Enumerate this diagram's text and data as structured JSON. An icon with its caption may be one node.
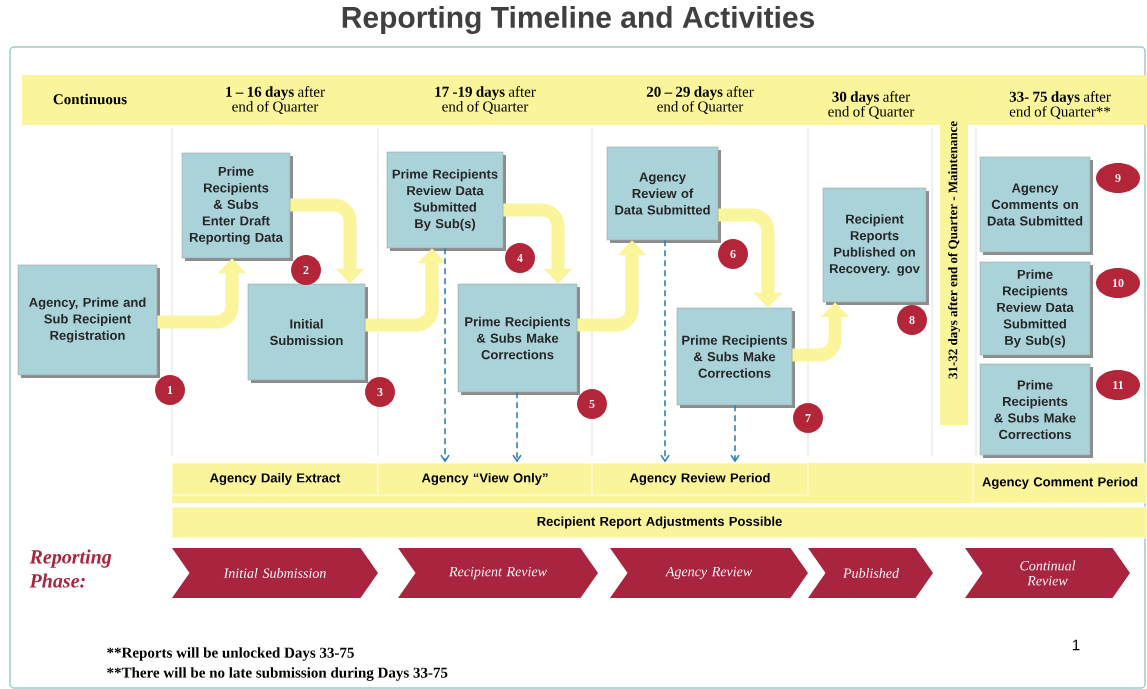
{
  "diagram": {
    "title": "Reporting Timeline and Activities",
    "nodes": [
      {
        "text": [
          "Agency, Prime and Sub Recipient Registration"
        ],
        "beside": [
          "1"
        ]
      },
      {
        "text": [
          "Prime Recipients & Subs Enter Draft Reporting Data"
        ],
        "beside": [
          "2"
        ]
      },
      {
        "text": [
          "Initial Submission"
        ],
        "beside": [
          "3"
        ]
      },
      {
        "text": [
          "Prime Recipients Review Data Submitted By Sub(s)"
        ],
        "beside": [
          "4"
        ]
      },
      {
        "text": [
          "Prime Recipients & Subs Make Corrections"
        ],
        "beside": [
          "5"
        ]
      },
      {
        "text": [
          "Agency Review of Data Submitted"
        ],
        "beside": [
          "6"
        ]
      },
      {
        "text": [
          "Prime Recipients & Subs Make Corrections"
        ],
        "beside": [
          "7"
        ]
      },
      {
        "text": [
          "Recipient Reports Published on Recovery. gov"
        ],
        "beside": [
          "8"
        ]
      },
      {
        "text": [
          "Agency Comments on Data Submitted"
        ],
        "beside": [
          "9"
        ]
      },
      {
        "text": [
          "Prime Recipients Review Data Submitted By Sub(s)"
        ],
        "beside": [
          "10"
        ]
      },
      {
        "text": [
          "Prime Recipients & Subs Make Corrections"
        ],
        "beside": [
          "11"
        ]
      },
      {
        "text": [
          "Agency Daily Extract"
        ]
      },
      {
        "text": [
          "Agency “View Only”"
        ]
      },
      {
        "text": [
          "Agency Review Period"
        ]
      },
      {
        "text": [
          "Agency Comment Period"
        ]
      },
      {
        "text": [
          "Recipient Report Adjustments Possible"
        ]
      },
      {
        "text": [
          "31-32 days after end of Quarter - Maintenance"
        ]
      },
      {
        "text": [
          "Initial Submission"
        ]
      },
      {
        "text": [
          "Recipient Review"
        ]
      },
      {
        "text": [
          "Agency Review"
        ]
      },
      {
        "text": [
          "Published"
        ]
      },
      {
        "text": [
          "Continual Review"
        ]
      }
    ],
    "edges": [
      {
        "from": 0,
        "to": 1,
        "arrow": "to"
      },
      {
        "from": 1,
        "to": 2,
        "arrow": "to"
      },
      {
        "from": 2,
        "to": 3,
        "arrow": "to"
      },
      {
        "from": 3,
        "to": 4,
        "arrow": "to"
      },
      {
        "from": 4,
        "to": 5,
        "arrow": "to"
      },
      {
        "from": 5,
        "to": 6,
        "arrow": "to"
      },
      {
        "from": 6,
        "to": 7,
        "arrow": "to"
      },
      {
        "from": 3,
        "to": 12,
        "arrow": "to",
        "style": "dashed",
        "color": "#2e7fb8"
      },
      {
        "from": 4,
        "to": 12,
        "arrow": "to",
        "style": "dashed",
        "color": "#2e7fb8"
      },
      {
        "from": 5,
        "to": 13,
        "arrow": "to",
        "style": "dashed",
        "color": "#2e7fb8"
      },
      {
        "from": 6,
        "to": 13,
        "arrow": "to",
        "style": "dashed",
        "color": "#2e7fb8"
      }
    ],
    "labels": [
      "Continuous",
      "1 – 16 days",
      "after end of Quarter",
      "17 -19 days",
      "after end of Quarter",
      "20 – 29 days",
      "after end of Quarter",
      "30 days",
      "after end of Quarter",
      "33- 75 days",
      "after end of Quarter**",
      "Reporting Phase:",
      "**Reports will be unlocked Days 33-75",
      "**There will be no late submission during Days 33-75",
      "1"
    ]
  }
}
